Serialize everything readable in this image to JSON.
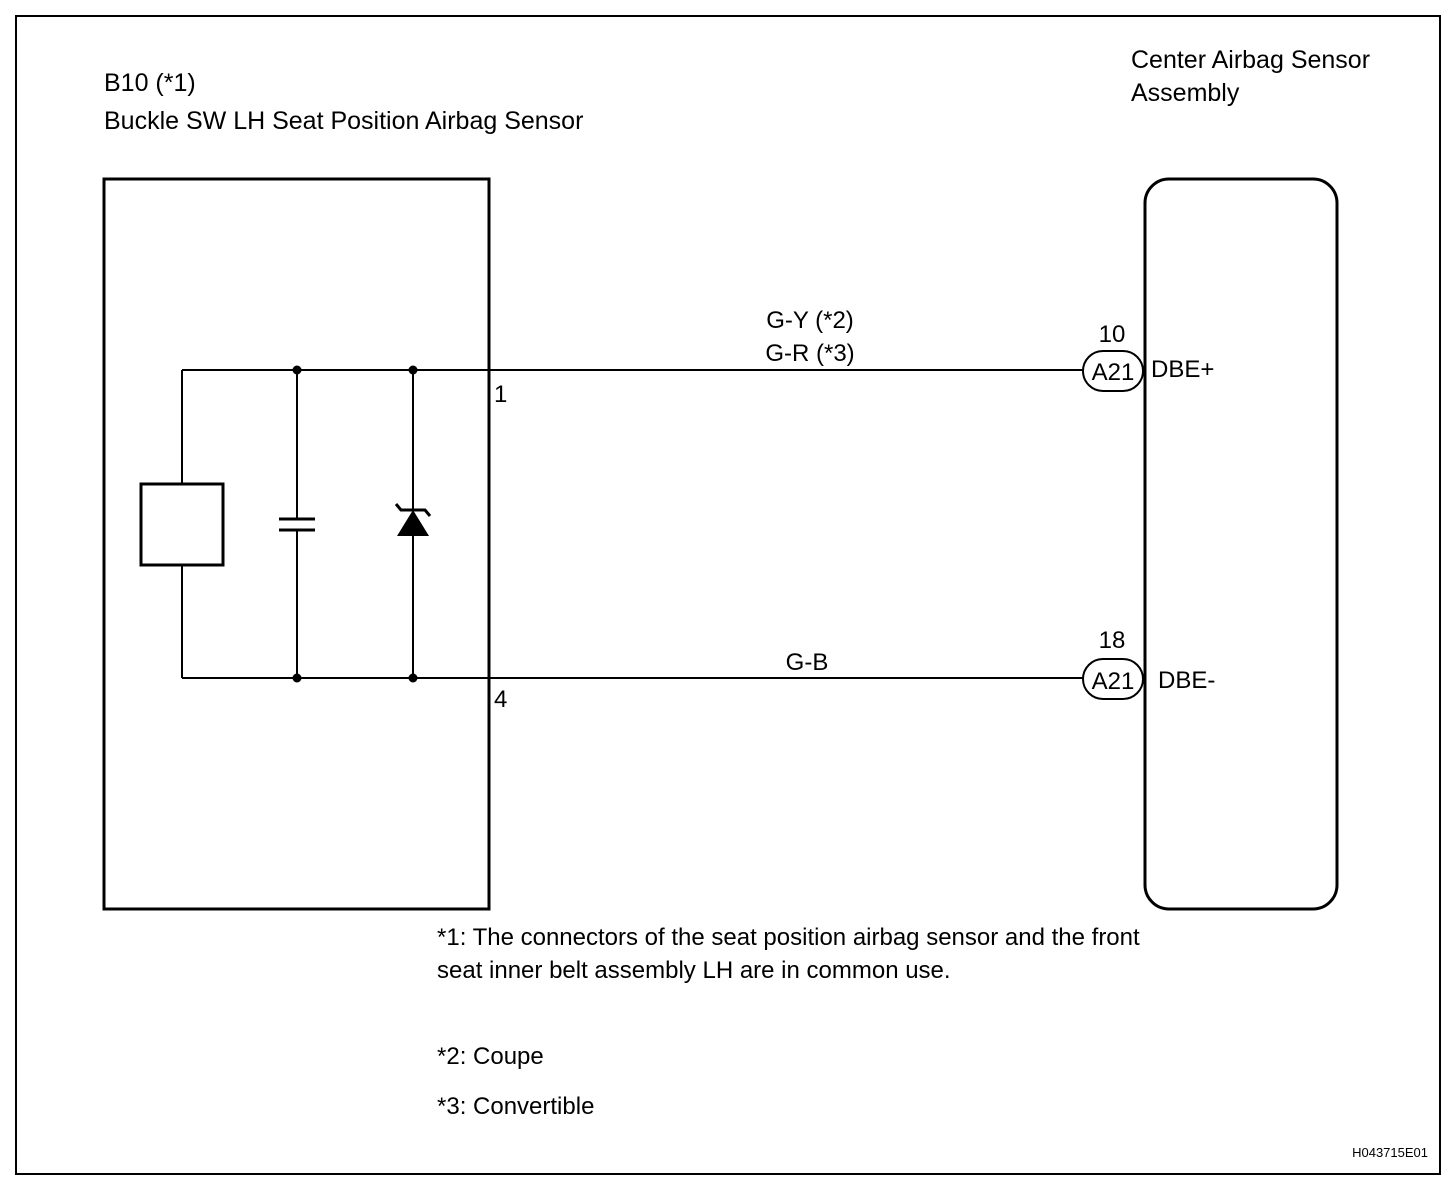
{
  "left_component": {
    "ref": "B10 (*1)",
    "name": "Buckle SW LH Seat Position Airbag Sensor"
  },
  "right_component": {
    "name_line1": "Center Airbag Sensor",
    "name_line2": "Assembly"
  },
  "wires": [
    {
      "pin_left": "1",
      "color_line1": "G-Y (*2)",
      "color_line2": "G-R (*3)",
      "pin_right": "10",
      "connector": "A21",
      "terminal": "DBE+"
    },
    {
      "pin_left": "4",
      "color_line1": "G-B",
      "pin_right": "18",
      "connector": "A21",
      "terminal": "DBE-"
    }
  ],
  "notes": {
    "n1_line1": "*1: The connectors of the seat position airbag sensor and the front",
    "n1_line2": "seat inner belt assembly LH are in common use.",
    "n2": "*2: Coupe",
    "n3": "*3: Convertible"
  },
  "figure_id": "H043715E01"
}
